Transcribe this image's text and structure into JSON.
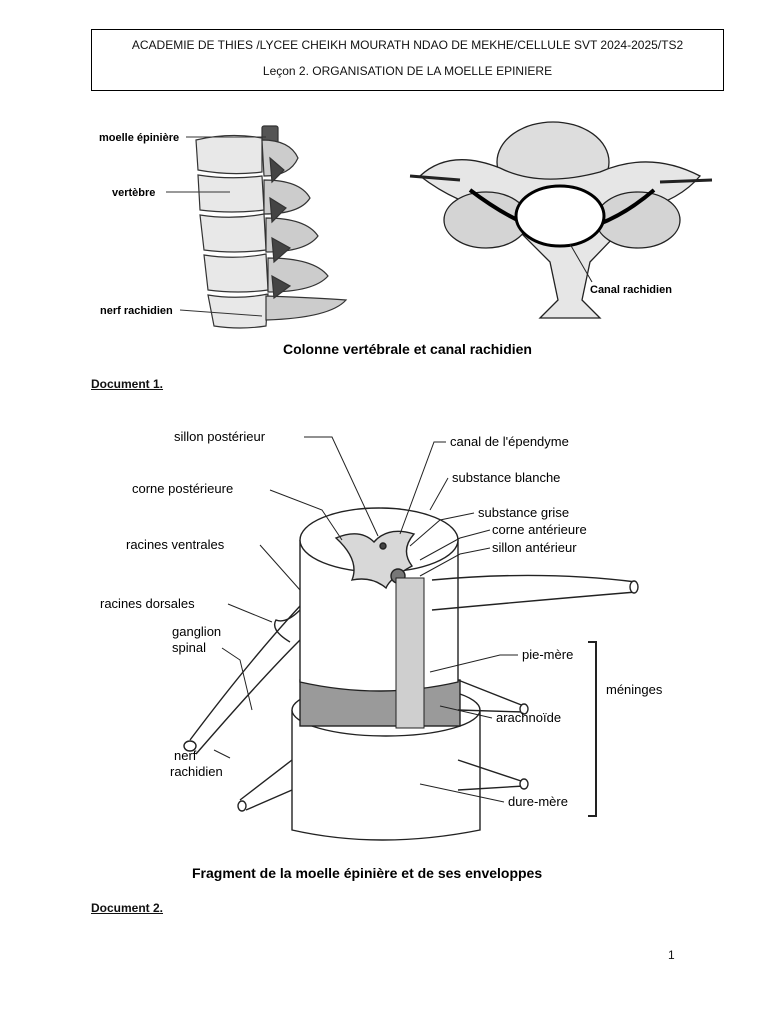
{
  "header": {
    "line1": "ACADEMIE DE THIES /LYCEE CHEIKH MOURATH NDAO DE MEKHE/CELLULE SVT 2024-2025/TS2",
    "line2": "Leçon 2. ORGANISATION DE LA MOELLE EPINIERE"
  },
  "figure1": {
    "label_moelle": "moelle épinière",
    "label_vertebre": "vertèbre",
    "label_nerf": "nerf rachidien",
    "label_canal": "Canal rachidien",
    "caption": "Colonne vertébrale et canal rachidien"
  },
  "document1_label": "Document 1.",
  "figure2": {
    "sillon_posterieur": "sillon postérieur",
    "canal_ependyme": "canal de l'épendyme",
    "substance_blanche": "substance blanche",
    "corne_posterieure": "corne postérieure",
    "substance_grise": "substance grise",
    "corne_anterieure": "corne antérieure",
    "racines_ventrales": "racines ventrales",
    "sillon_anterieur": "sillon antérieur",
    "racines_dorsales": "racines dorsales",
    "ganglion": "ganglion",
    "spinal": "spinal",
    "pie_mere": "pie-mère",
    "meninges": "méninges",
    "arachnoide": "arachnoïde",
    "nerf": "nerf",
    "rachidien": "rachidien",
    "dure_mere": "dure-mère",
    "caption": "Fragment de la moelle épinière et de ses enveloppes"
  },
  "document2_label": "Document 2.",
  "page_number": "1"
}
